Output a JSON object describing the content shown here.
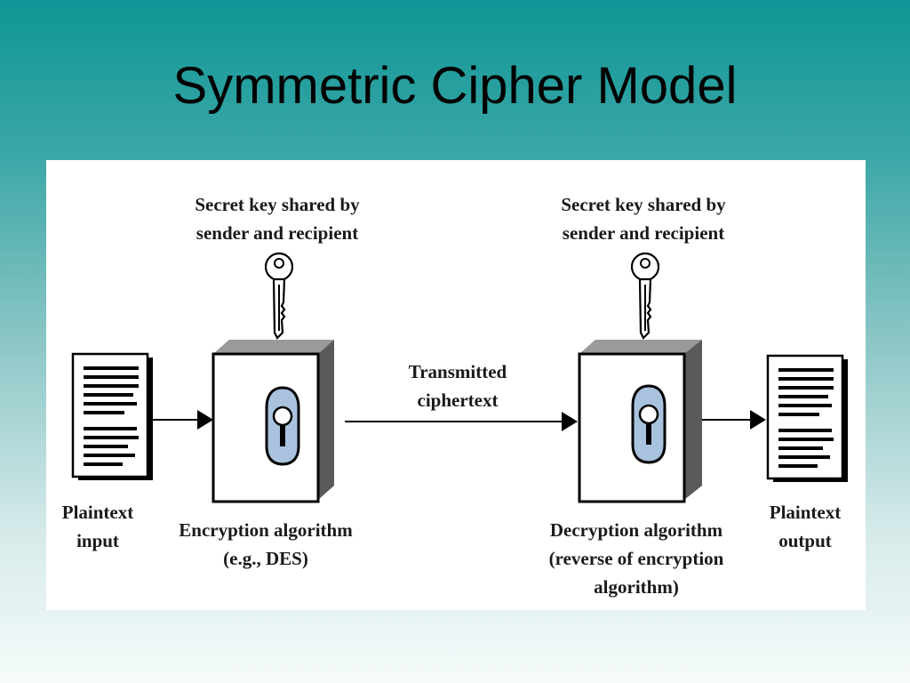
{
  "title": "Symmetric Cipher Model",
  "diagram": {
    "secret_key_left": [
      "Secret key shared by",
      "sender and recipient"
    ],
    "secret_key_right": [
      "Secret key shared by",
      "sender and recipient"
    ],
    "plaintext_input": [
      "Plaintext",
      "input"
    ],
    "encryption": [
      "Encryption algorithm",
      "(e.g., DES)"
    ],
    "transmitted": [
      "Transmitted",
      "ciphertext"
    ],
    "decryption": [
      "Decryption algorithm",
      "(reverse of encryption",
      "algorithm)"
    ],
    "plaintext_output": [
      "Plaintext",
      "output"
    ]
  },
  "colors": {
    "lock_fill": "#a9c3df",
    "accent": "#0f9696"
  }
}
